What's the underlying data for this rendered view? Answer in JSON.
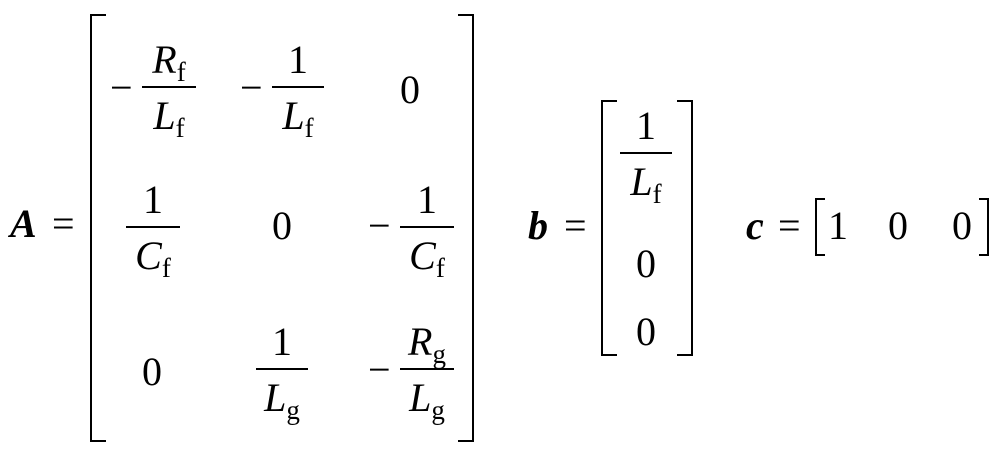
{
  "equation": {
    "A": {
      "label": "A",
      "equals": "=",
      "rows": [
        [
          {
            "sign": "−",
            "num": "R",
            "num_sub": "f",
            "den": "L",
            "den_sub": "f"
          },
          {
            "sign": "−",
            "num": "1",
            "num_sub": "",
            "den": "L",
            "den_sub": "f"
          },
          {
            "value": "0"
          }
        ],
        [
          {
            "sign": "",
            "num": "1",
            "num_sub": "",
            "den": "C",
            "den_sub": "f"
          },
          {
            "value": "0"
          },
          {
            "sign": "−",
            "num": "1",
            "num_sub": "",
            "den": "C",
            "den_sub": "f"
          }
        ],
        [
          {
            "value": "0"
          },
          {
            "sign": "",
            "num": "1",
            "num_sub": "",
            "den": "L",
            "den_sub": "g"
          },
          {
            "sign": "−",
            "num": "R",
            "num_sub": "g",
            "den": "L",
            "den_sub": "g"
          }
        ]
      ]
    },
    "b": {
      "label": "b",
      "equals": "=",
      "rows": [
        {
          "num": "1",
          "den": "L",
          "den_sub": "f"
        },
        {
          "value": "0"
        },
        {
          "value": "0"
        }
      ]
    },
    "c": {
      "label": "c",
      "equals": "=",
      "values": [
        "1",
        "0",
        "0"
      ]
    }
  }
}
